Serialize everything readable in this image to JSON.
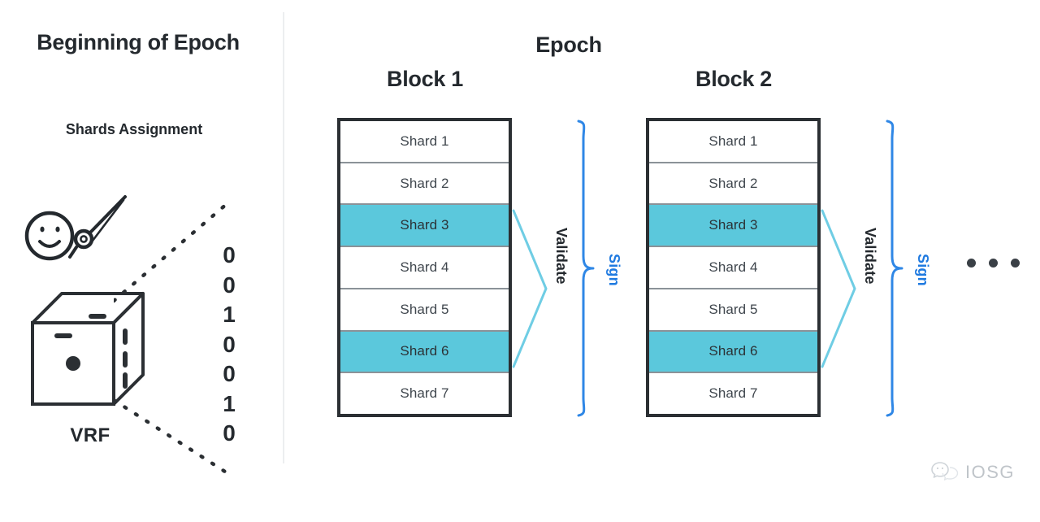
{
  "left_panel": {
    "title": "Beginning of Epoch",
    "subtitle": "Shards Assignment",
    "vrf_label": "VRF",
    "face_icon_name": "smiley-face-icon",
    "pointer_icon_name": "needle-pointer-icon",
    "cube_icon_name": "vrf-dice-cube-icon",
    "binary_output": [
      "0",
      "0",
      "1",
      "0",
      "0",
      "1",
      "0"
    ]
  },
  "right_panel": {
    "epoch_title": "Epoch",
    "blocks": [
      {
        "title": "Block 1",
        "shards": [
          {
            "label": "Shard 1",
            "selected": false
          },
          {
            "label": "Shard 2",
            "selected": false
          },
          {
            "label": "Shard 3",
            "selected": true
          },
          {
            "label": "Shard 4",
            "selected": false
          },
          {
            "label": "Shard 5",
            "selected": false
          },
          {
            "label": "Shard 6",
            "selected": true
          },
          {
            "label": "Shard 7",
            "selected": false
          }
        ],
        "validate_label": "Validate",
        "sign_label": "Sign"
      },
      {
        "title": "Block 2",
        "shards": [
          {
            "label": "Shard 1",
            "selected": false
          },
          {
            "label": "Shard 2",
            "selected": false
          },
          {
            "label": "Shard 3",
            "selected": true
          },
          {
            "label": "Shard 4",
            "selected": false
          },
          {
            "label": "Shard 5",
            "selected": false
          },
          {
            "label": "Shard 6",
            "selected": true
          },
          {
            "label": "Shard 7",
            "selected": false
          }
        ],
        "validate_label": "Validate",
        "sign_label": "Sign"
      }
    ],
    "continuation": "• • •"
  },
  "watermark": {
    "text": "IOSG",
    "icon_name": "wechat-bubble-icon"
  },
  "colors": {
    "highlight": "#5bc8dc",
    "sign_blue": "#1f7ae0",
    "connector_cyan": "#6fcde4",
    "ink": "#24292e",
    "row_border": "#8b9298",
    "block_border": "#2b2f33",
    "divider": "#eceef0",
    "watermark_gray": "#bfc4c9"
  }
}
